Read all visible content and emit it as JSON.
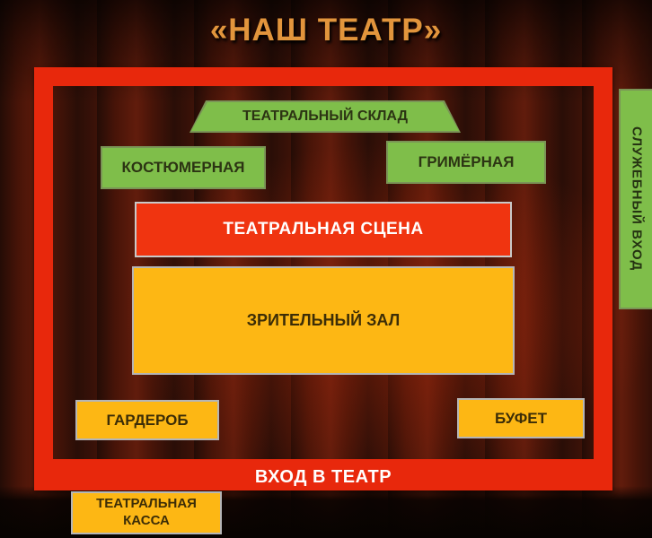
{
  "title": "«НАШ ТЕАТР»",
  "colors": {
    "frame-red": "#e8280c",
    "stage-red": "#f03410",
    "green": "#7fbe4a",
    "green-border": "#7a9456",
    "gold": "#fdb714",
    "gold-border": "#b5b5b5",
    "title-gold": "#e2953c",
    "entrance-text": "#ffffff"
  },
  "rooms": {
    "storage": "ТЕАТРАЛЬНЫЙ СКЛАД",
    "costume_room": "КОСТЮМЕРНАЯ",
    "makeup_room": "ГРИМЁРНАЯ",
    "stage": "ТЕАТРАЛЬНАЯ СЦЕНА",
    "auditorium": "ЗРИТЕЛЬНЫЙ ЗАЛ",
    "cloakroom": "ГАРДЕРОБ",
    "buffet": "БУФЕТ",
    "main_entrance": "ВХОД В ТЕАТР",
    "service_entrance": "СЛУЖЕБНЫЙ ВХОД",
    "box_office": "ТЕАТРАЛЬНАЯ КАССА"
  }
}
